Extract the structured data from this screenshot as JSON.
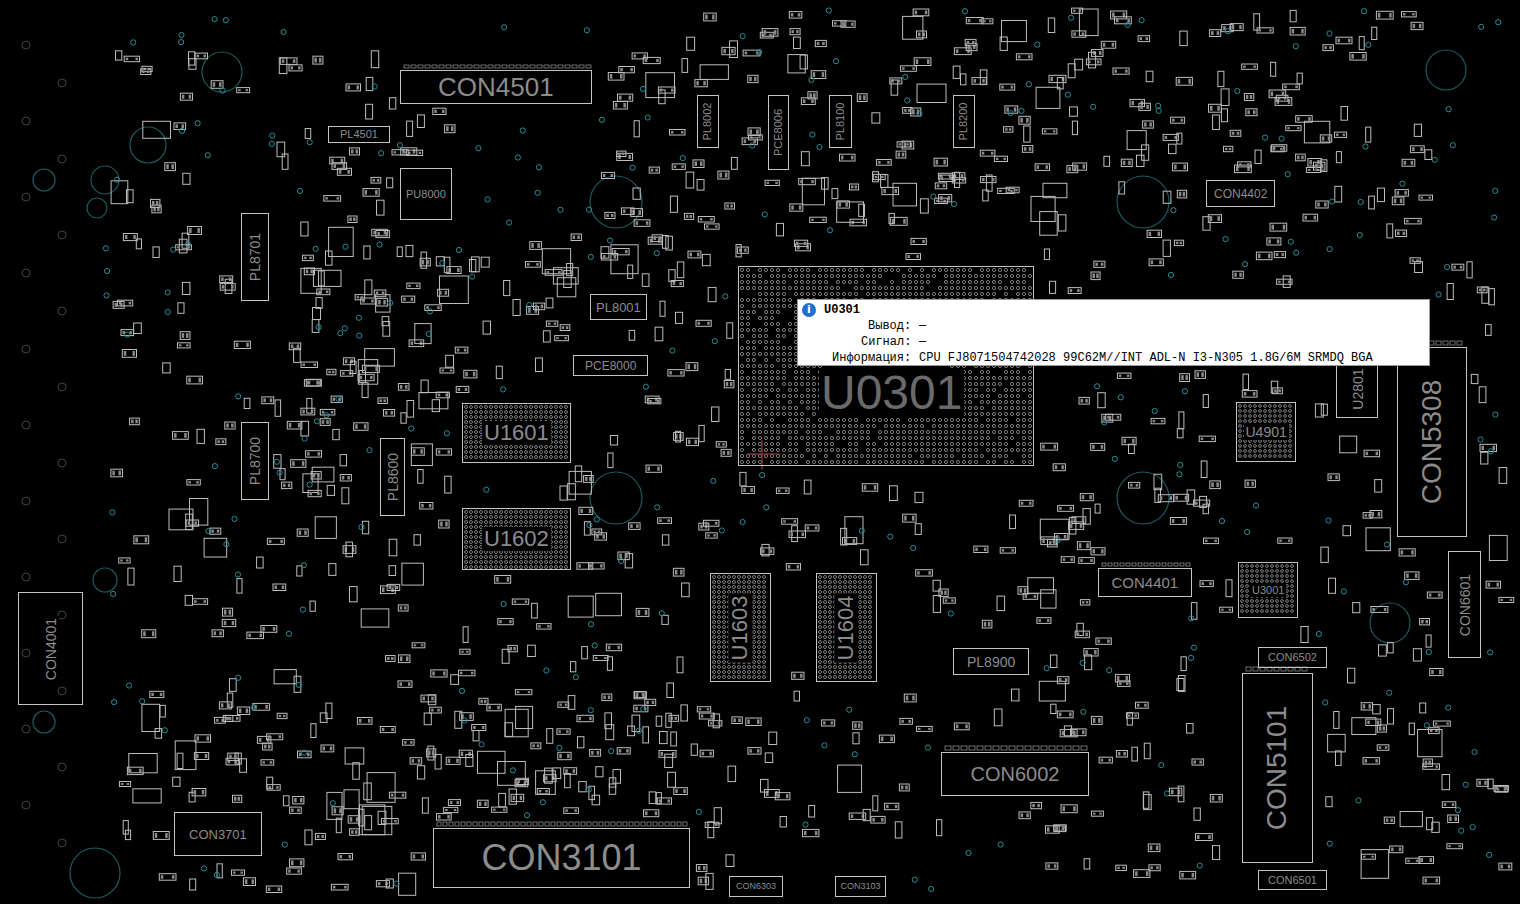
{
  "diagram": {
    "nodes": [
      {
        "text": [
          "CON4501"
        ]
      },
      {
        "text": [
          "PL4501"
        ]
      },
      {
        "text": [
          "PL8002"
        ]
      },
      {
        "text": [
          "PCE8006"
        ]
      },
      {
        "text": [
          "PL8100"
        ]
      },
      {
        "text": [
          "PL8200"
        ]
      },
      {
        "text": [
          "PU8000"
        ]
      },
      {
        "text": [
          "CON4402"
        ]
      },
      {
        "text": [
          "PL8701"
        ]
      },
      {
        "text": [
          "PL8001"
        ]
      },
      {
        "text": [
          "U0301"
        ]
      },
      {
        "text": [
          "U0301",
          "Вывод:",
          "—",
          "Сигнал:",
          "—",
          "Информация:",
          "CPU FJ8071504742028 99C62M//INT ADL-N I3-N305 1.8G/6M SRMDQ BGA"
        ]
      },
      {
        "text": [
          "PCE8000"
        ]
      },
      {
        "text": [
          "U2801"
        ]
      },
      {
        "text": [
          "CON5308"
        ]
      },
      {
        "text": [
          "U1601"
        ]
      },
      {
        "text": [
          "U4901"
        ]
      },
      {
        "text": [
          "PL8700"
        ]
      },
      {
        "text": [
          "PL8600"
        ]
      },
      {
        "text": [
          "U1602"
        ]
      },
      {
        "text": [
          "CON4401"
        ]
      },
      {
        "text": [
          "U3001"
        ]
      },
      {
        "text": [
          "CON4001"
        ]
      },
      {
        "text": [
          "U1603"
        ]
      },
      {
        "text": [
          "U1604"
        ]
      },
      {
        "text": [
          "CON6601"
        ]
      },
      {
        "text": [
          "CON6502"
        ]
      },
      {
        "text": [
          "PL8900"
        ]
      },
      {
        "text": [
          "CON5101"
        ]
      },
      {
        "text": [
          "CON6002"
        ]
      },
      {
        "text": [
          "CON3701"
        ]
      },
      {
        "text": [
          "CON3101"
        ]
      },
      {
        "text": [
          "CON6303"
        ]
      },
      {
        "text": [
          "CON3103"
        ]
      },
      {
        "text": [
          "CON6501"
        ]
      }
    ],
    "labels": [
      "i"
    ]
  }
}
